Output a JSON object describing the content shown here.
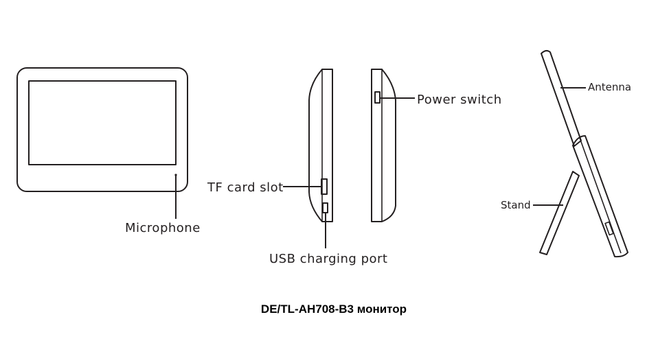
{
  "labels": {
    "microphone": "Microphone",
    "tf_card_slot": "TF card slot",
    "usb_charging_port": "USB charging port",
    "power_switch": "Power switch",
    "antenna": "Antenna",
    "stand": "Stand"
  },
  "caption": "DE/TL-AH708-B3 монитор",
  "colors": {
    "ink": "#231f20",
    "background": "#ffffff"
  }
}
